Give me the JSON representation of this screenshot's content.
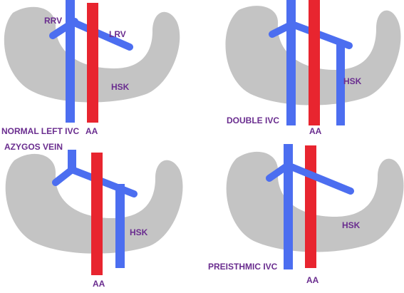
{
  "colors": {
    "vein": "#4c6ef0",
    "artery": "#e8252f",
    "kidney": "#c4c4c4",
    "label": "#6a2d8f"
  },
  "panels": {
    "normal_left_ivc": {
      "caption": "NORMAL LEFT IVC",
      "aa": "AA",
      "hsk": "HSK",
      "rrv": "RRV",
      "lrv": "LRV"
    },
    "double_ivc": {
      "caption": "DOUBLE  IVC",
      "aa": "AA",
      "hsk": "HSK"
    },
    "azygos_vein": {
      "caption": "AZYGOS VEIN",
      "aa": "AA",
      "hsk": "HSK"
    },
    "preisthmic_ivc": {
      "caption": "PREISTHMIC IVC",
      "aa": "AA",
      "hsk": "HSK"
    }
  }
}
